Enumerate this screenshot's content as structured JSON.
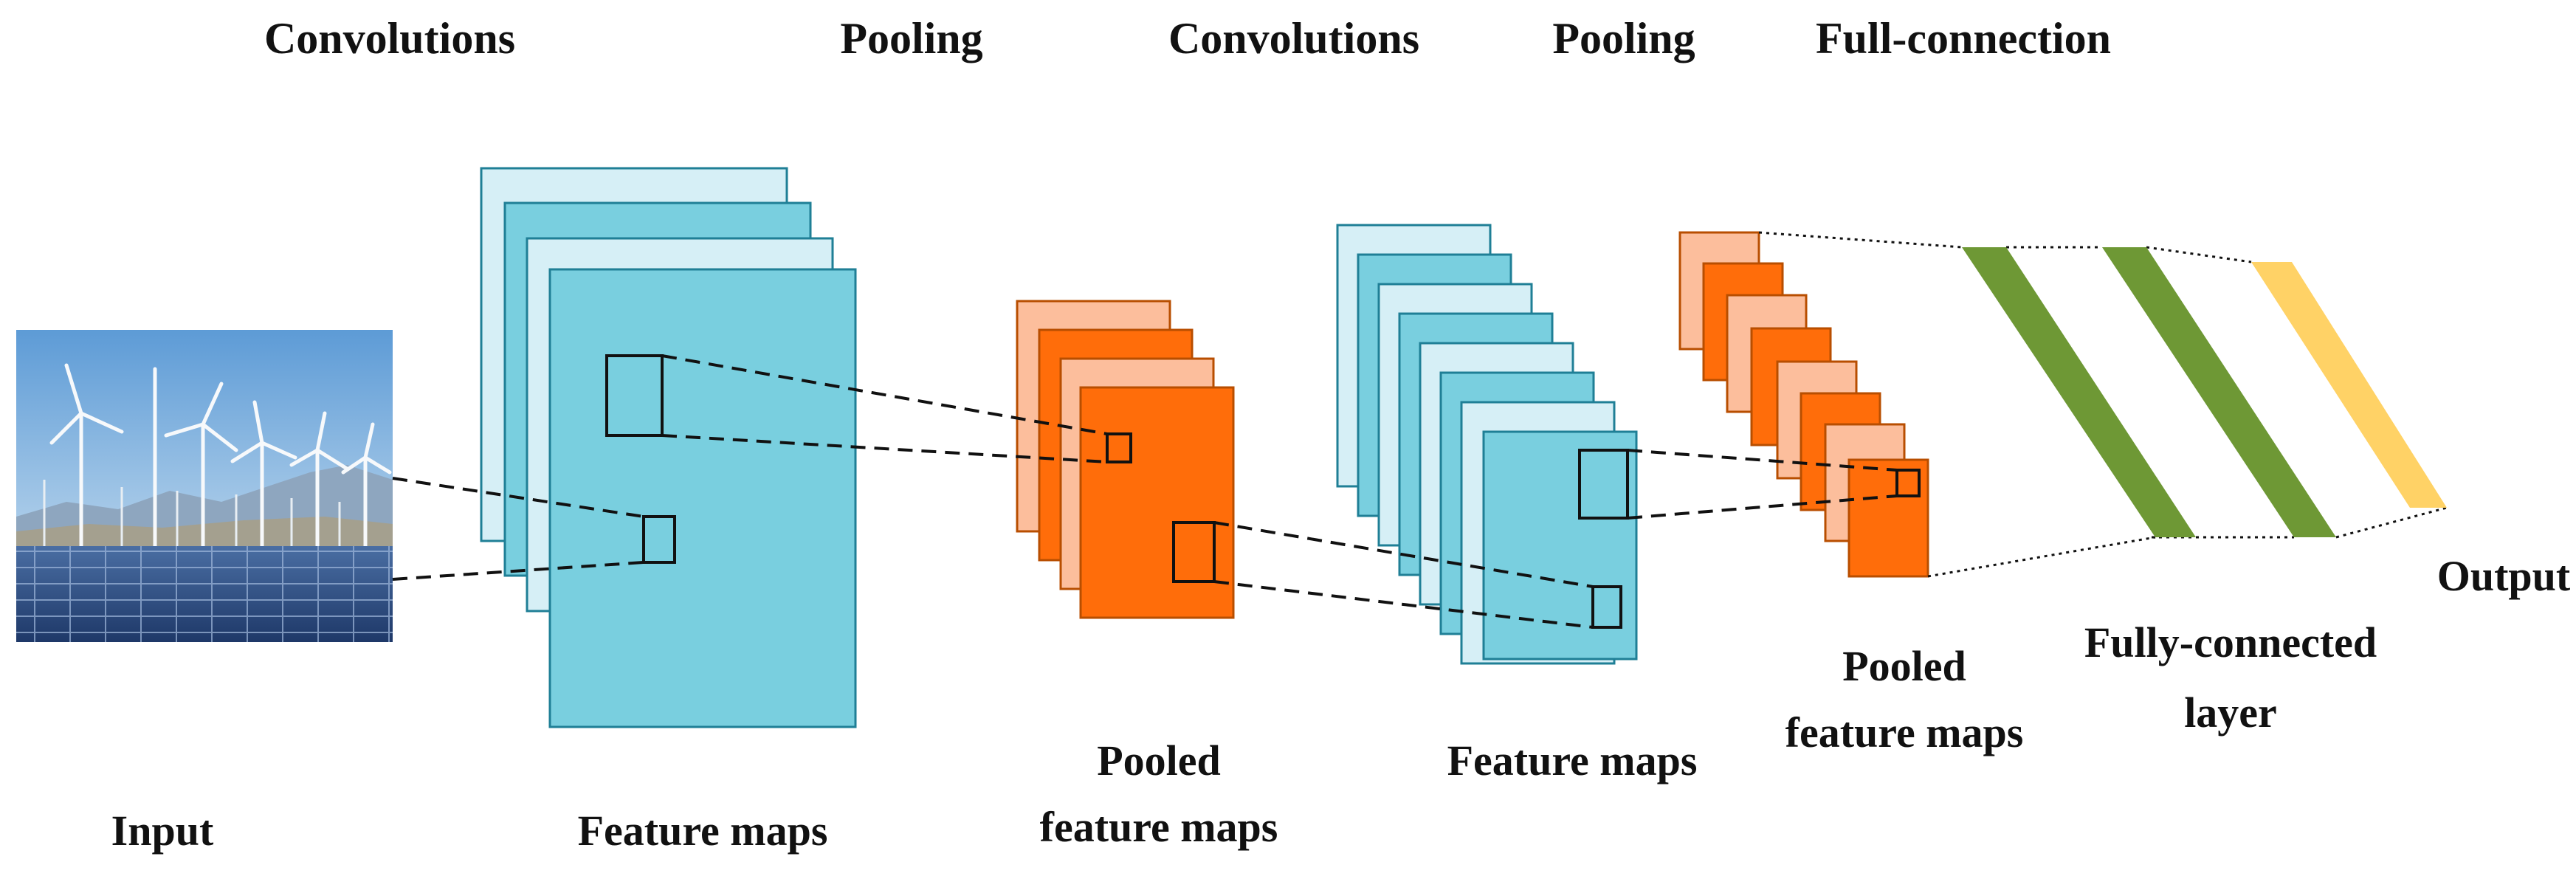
{
  "stage_labels": {
    "convolutions_1": "Convolutions",
    "pooling_1": "Pooling",
    "convolutions_2": "Convolutions",
    "pooling_2": "Pooling",
    "full_connection": "Full-connection"
  },
  "item_labels": {
    "input": "Input",
    "feature_maps_1": "Feature maps",
    "pooled_1_line1": "Pooled",
    "pooled_1_line2": "feature maps",
    "feature_maps_2": "Feature maps",
    "pooled_2_line1": "Pooled",
    "pooled_2_line2": "feature maps",
    "fc_line1": "Fully-connected",
    "fc_line2": "layer",
    "output": "Output"
  },
  "colors": {
    "feature_map_fill": "#79cfdf",
    "feature_map_light": "#d6eff6",
    "feature_map_stroke": "#1f7f96",
    "pooled_fill": "#ff6d0a",
    "pooled_light": "#fcbe9c",
    "pooled_stroke": "#b84e00",
    "fc_green": "#6e9835",
    "output_yellow": "#ffd266",
    "connector": "#111111"
  },
  "input_image": {
    "content": "wind turbines and solar panels photograph",
    "sky_color": "#9fc7e6",
    "panel_color": "#2b4f86"
  }
}
